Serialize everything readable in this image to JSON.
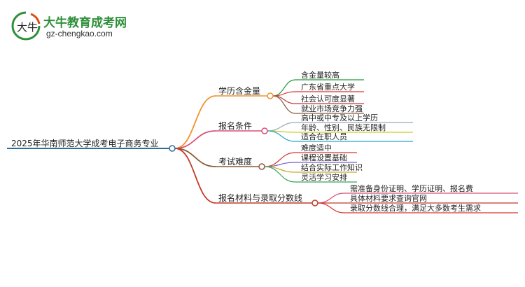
{
  "brand": {
    "name": "大牛教育成考网",
    "url": "gz-chengkao.com",
    "mark_text": "大牛"
  },
  "mindmap": {
    "root": "2025年华南师范大学成考电子商务专业",
    "branches": [
      {
        "label": "学历含金量",
        "color": "#f0932b",
        "children": [
          {
            "label": "含金量较高",
            "color": "#1f9a3a"
          },
          {
            "label": "广东省重点大学",
            "color": "#d9352f"
          },
          {
            "label": "社会认可度显著",
            "color": "#c23a3a"
          },
          {
            "label": "就业市场竞争力强",
            "color": "#8a5a3a"
          }
        ]
      },
      {
        "label": "报名条件",
        "color": "#d94f7a",
        "children": [
          {
            "label": "高中或中专及以上学历",
            "color": "#9aa8b8"
          },
          {
            "label": "年龄、性别、民族无限制",
            "color": "#c9c92e"
          },
          {
            "label": "适合在职人员",
            "color": "#2aa3c9"
          }
        ]
      },
      {
        "label": "考试难度",
        "color": "#8a5a3a",
        "children": [
          {
            "label": "难度适中",
            "color": "#d9352f"
          },
          {
            "label": "课程设置基础",
            "color": "#7c5cc9"
          },
          {
            "label": "结合实际工作知识",
            "color": "#c9a82e"
          },
          {
            "label": "灵活学习安排",
            "color": "#3aa35a"
          }
        ]
      },
      {
        "label": "报名材料与录取分数线",
        "color": "#c23a2a",
        "children": [
          {
            "label": "需准备身份证明、学历证明、报名费",
            "color": "#d94f7a"
          },
          {
            "label": "具体材料要求查询官网",
            "color": "#c0392b"
          },
          {
            "label": "录取分数线合理，满足大多数考生需求",
            "color": "#d9352f"
          }
        ]
      }
    ]
  }
}
